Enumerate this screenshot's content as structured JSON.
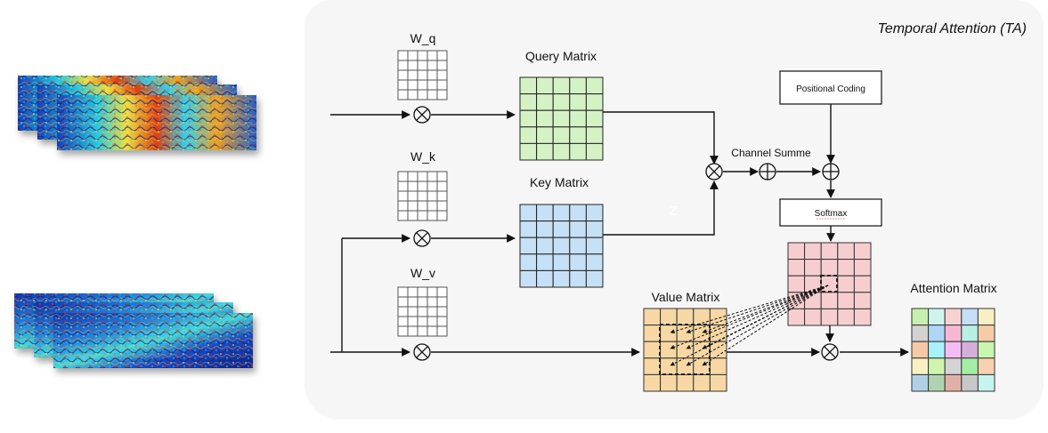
{
  "panel": {
    "title": "Temporal Attention (TA)"
  },
  "inputs": [
    {
      "name": "feature-map-stack-top",
      "palette": "jet"
    },
    {
      "name": "feature-map-stack-bottom",
      "palette": "jet"
    }
  ],
  "weights": [
    {
      "label": "W_q"
    },
    {
      "label": "W_k"
    },
    {
      "label": "W_v"
    }
  ],
  "matrices": {
    "query": {
      "label": "Query Matrix",
      "color": "#d4f2c4"
    },
    "key": {
      "label": "Key Matrix",
      "color": "#c6e0f6"
    },
    "value": {
      "label": "Value Matrix",
      "color": "#f7d8a4"
    },
    "attn_weights": {
      "label": "",
      "color": "#f7ced0"
    },
    "attention": {
      "label": "Attention Matrix",
      "cells": [
        [
          "#c7efb0",
          "#cdf5ee",
          "#f8d2d0",
          "#c4def5",
          "#f8f0c4"
        ],
        [
          "#d2d2d2",
          "#aed6f6",
          "#f6b8d2",
          "#b7efe2",
          "#f5cba8"
        ],
        [
          "#f5c8a6",
          "#a8f2fa",
          "#f3bdf3",
          "#d4b0d8",
          "#c8f5b0"
        ],
        [
          "#f8f0c0",
          "#cdf5b0",
          "#d4d4d4",
          "#a4eea4",
          "#f8d2b0"
        ],
        [
          "#b0d0e6",
          "#b0d2b0",
          "#e0b0a8",
          "#c8c8c8",
          "#c6f5f0"
        ]
      ]
    }
  },
  "ops": {
    "positional_coding": "Positional Coding",
    "softmax": "Softmax",
    "channel_sum": "Channel Summe",
    "z_label": "Z"
  }
}
